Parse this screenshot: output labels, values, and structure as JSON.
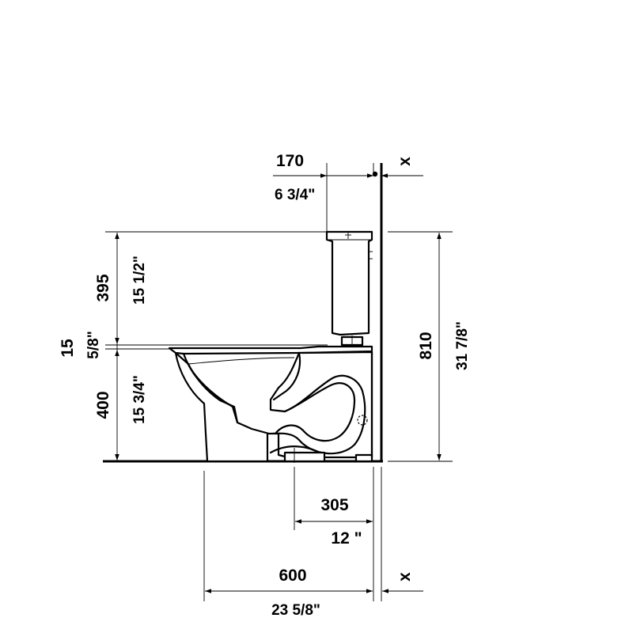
{
  "dimensions": {
    "tank_offset": {
      "mm": "170",
      "inch": "6 3/4\""
    },
    "tank_height": {
      "mm": "395",
      "inch": "15 1/2\""
    },
    "rim_gap": {
      "mm": "15",
      "inch": "5/8\""
    },
    "rim_height": {
      "mm": "400",
      "inch": "15 3/4\""
    },
    "total_height": {
      "mm": "810",
      "inch": "31 7/8\""
    },
    "rough_in": {
      "mm": "305",
      "inch": "12 \""
    },
    "length": {
      "mm": "600",
      "inch": "23 5/8\""
    },
    "wall_gap_top": {
      "label": "x"
    },
    "wall_gap_bottom": {
      "label": "x"
    }
  },
  "colors": {
    "line": "#000000",
    "background": "#ffffff"
  }
}
